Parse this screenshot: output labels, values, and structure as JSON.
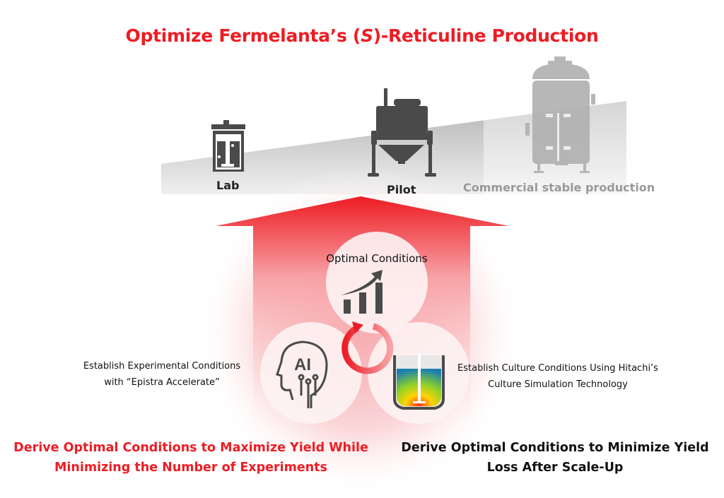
{
  "title": {
    "prefix": "Optimize Fermelanta’s (",
    "italic": "S",
    "suffix": ")-Reticuline Production"
  },
  "stages": [
    {
      "label": "Lab",
      "icon": "lab-reactor-icon"
    },
    {
      "label": "Pilot",
      "icon": "pilot-fermenter-icon"
    },
    {
      "label": "Commercial stable production",
      "icon": "commercial-tank-icon"
    }
  ],
  "cycle": {
    "top": "Optimal Conditions",
    "left": [
      "Establish Experimental Conditions",
      "with “Epistra Accelerate”"
    ],
    "right": [
      "Establish Culture Conditions Using Hitachi’s",
      "Culture Simulation Technology"
    ],
    "ai_icon_text": "AI"
  },
  "outcomes": {
    "left": [
      "Derive Optimal Conditions to Maximize Yield While",
      "Minimizing the Number of Experiments"
    ],
    "right": [
      "Derive Optimal Conditions to Minimize Yield",
      "Loss After Scale-Up"
    ]
  },
  "colors": {
    "accent": "#ee1c24",
    "icon": "#4a4a4a",
    "faded": "#aaaaaa"
  }
}
